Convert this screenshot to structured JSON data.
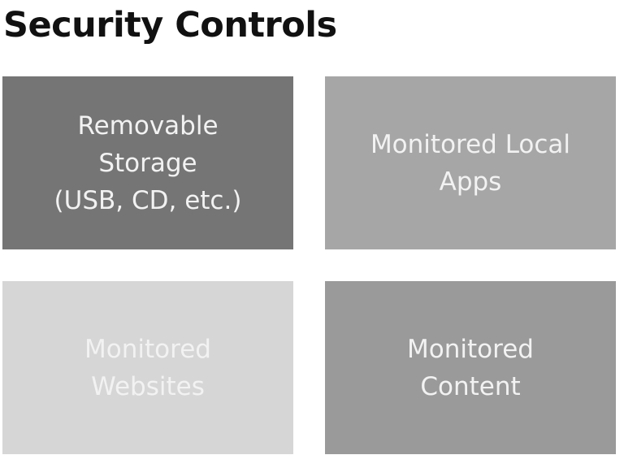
{
  "title": "Security Controls",
  "tiles": [
    {
      "label": "Removable\nStorage\n(USB, CD, etc.)",
      "color": "#757575"
    },
    {
      "label": "Monitored Local\nApps",
      "color": "#a6a6a6"
    },
    {
      "label": "Monitored\nWebsites",
      "color": "#d6d6d6"
    },
    {
      "label": "Monitored\nContent",
      "color": "#9a9a9a"
    }
  ]
}
